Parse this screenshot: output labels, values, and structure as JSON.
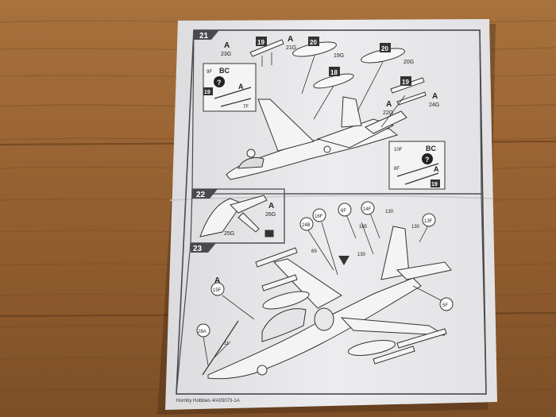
{
  "sheet": {
    "steps": {
      "s21": "21",
      "s22": "22",
      "s23": "23"
    },
    "step21": {
      "part_19_top": "19",
      "part_20_top_left": "20",
      "part_20_top_right": "20",
      "part_18": "18",
      "part_19_right": "19",
      "part_a_left": "A",
      "part_23g": "23G",
      "part_a_mid": "A",
      "part_21g": "21G",
      "part_19g": "19G",
      "part_20g": "20G",
      "part_a_right": "A",
      "part_24g": "24G",
      "part_a_22g": "A",
      "part_22g": "22G",
      "inset_left": {
        "bc": "BC",
        "p9f": "9F",
        "p19": "19",
        "a": "A",
        "p7f": "7F"
      },
      "inset_right": {
        "bc": "BC",
        "p10f": "10F",
        "p8f": "8F",
        "a": "A",
        "p19": "19"
      }
    },
    "step22": {
      "a": "A",
      "p26g": "26G",
      "p25g": "25G"
    },
    "step23": {
      "p24b": "24B",
      "p16f": "16F",
      "p6f": "6F",
      "p14f": "14F",
      "n130a": "130",
      "p13f": "13F",
      "n165": "165",
      "n130b": "130",
      "n130c": "130",
      "n69": "69",
      "a": "A",
      "p15f": "15F",
      "p5f": "5F",
      "p28a": "28A",
      "n11": "11"
    },
    "footer": "Hornby Hobbies 4/A03073-1A"
  }
}
